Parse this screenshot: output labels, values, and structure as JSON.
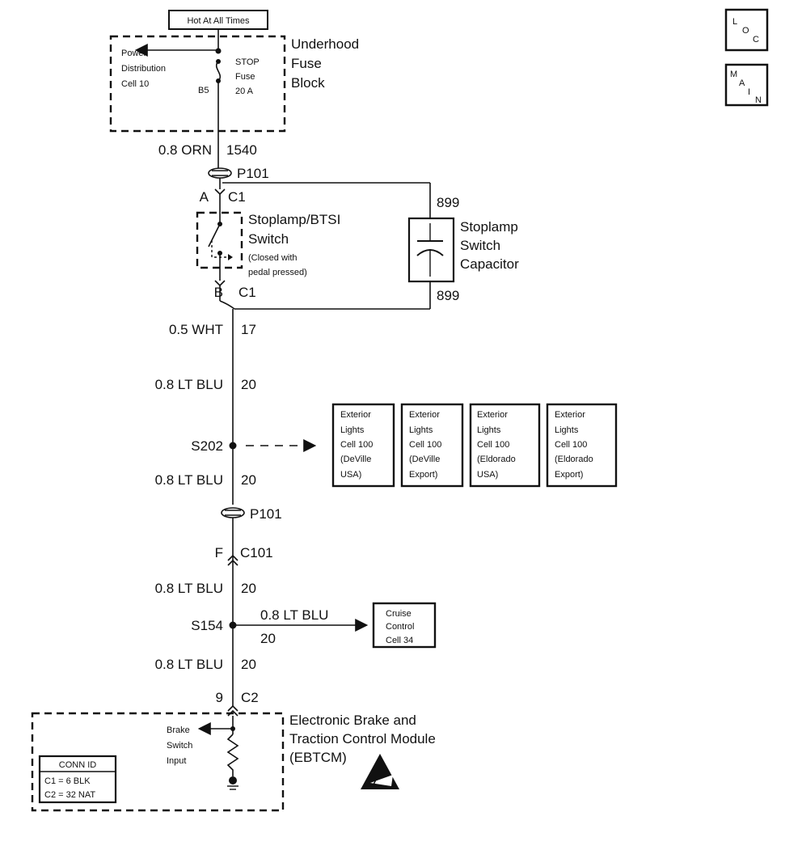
{
  "header": {
    "hot_label": "Hot At All Times"
  },
  "nav": {
    "loc": [
      "L",
      "O",
      "C"
    ],
    "main": [
      "M",
      "A",
      "I",
      "N"
    ]
  },
  "fuse_block": {
    "title_lines": [
      "Underhood",
      "Fuse",
      "Block"
    ],
    "power_dist": [
      "Power",
      "Distribution",
      "Cell 10"
    ],
    "fuse_id": "B5",
    "fuse_lines": [
      "STOP",
      "Fuse",
      "20 A"
    ]
  },
  "wires": {
    "w1": {
      "gauge": "0.8 ORN",
      "circuit": "1540"
    },
    "w2": {
      "gauge": "0.5 WHT",
      "circuit": "17"
    },
    "w3": {
      "gauge": "0.8 LT BLU",
      "circuit": "20"
    },
    "w4": {
      "gauge": "0.8 LT BLU",
      "circuit": "20"
    },
    "w5": {
      "gauge": "0.8 LT BLU",
      "circuit": "20"
    },
    "w6": {
      "gauge": "0.8 LT BLU",
      "circuit": "20"
    },
    "branch": {
      "gauge": "0.8 LT BLU",
      "circuit": "20"
    },
    "cap_circuit_top": "899",
    "cap_circuit_bottom": "899"
  },
  "connectors": {
    "p101_top": "P101",
    "p101_bottom": "P101",
    "c1_top_pin": "A",
    "c1_top": "C1",
    "c1_bot_pin": "B",
    "c1_bot": "C1",
    "c101_pin": "F",
    "c101": "C101",
    "c2_pin": "9",
    "c2": "C2"
  },
  "switch": {
    "title_lines": [
      "Stoplamp/BTSI",
      "Switch"
    ],
    "note_lines": [
      "(Closed with",
      "pedal pressed)"
    ]
  },
  "capacitor": {
    "title_lines": [
      "Stoplamp",
      "Switch",
      "Capacitor"
    ]
  },
  "splices": {
    "s202": "S202",
    "s154": "S154"
  },
  "exterior_boxes": [
    [
      "Exterior",
      "Lights",
      "Cell 100",
      "(DeVille",
      "USA)"
    ],
    [
      "Exterior",
      "Lights",
      "Cell 100",
      "(DeVille",
      "Export)"
    ],
    [
      "Exterior",
      "Lights",
      "Cell 100",
      "(Eldorado",
      "USA)"
    ],
    [
      "Exterior",
      "Lights",
      "Cell 100",
      "(Eldorado",
      "Export)"
    ]
  ],
  "cruise_box": [
    "Cruise",
    "Control",
    "Cell 34"
  ],
  "module": {
    "title_lines": [
      "Electronic Brake and",
      "Traction Control Module",
      "(EBTCM)"
    ],
    "input_lines": [
      "Brake",
      "Switch",
      "Input"
    ],
    "conn_id": {
      "header": "CONN ID",
      "rows": [
        "C1 = 6 BLK",
        "C2 = 32 NAT"
      ]
    }
  },
  "icons": {
    "esd": "esd-warning-icon",
    "ground": "ground-icon",
    "resistor": "resistor-icon"
  }
}
